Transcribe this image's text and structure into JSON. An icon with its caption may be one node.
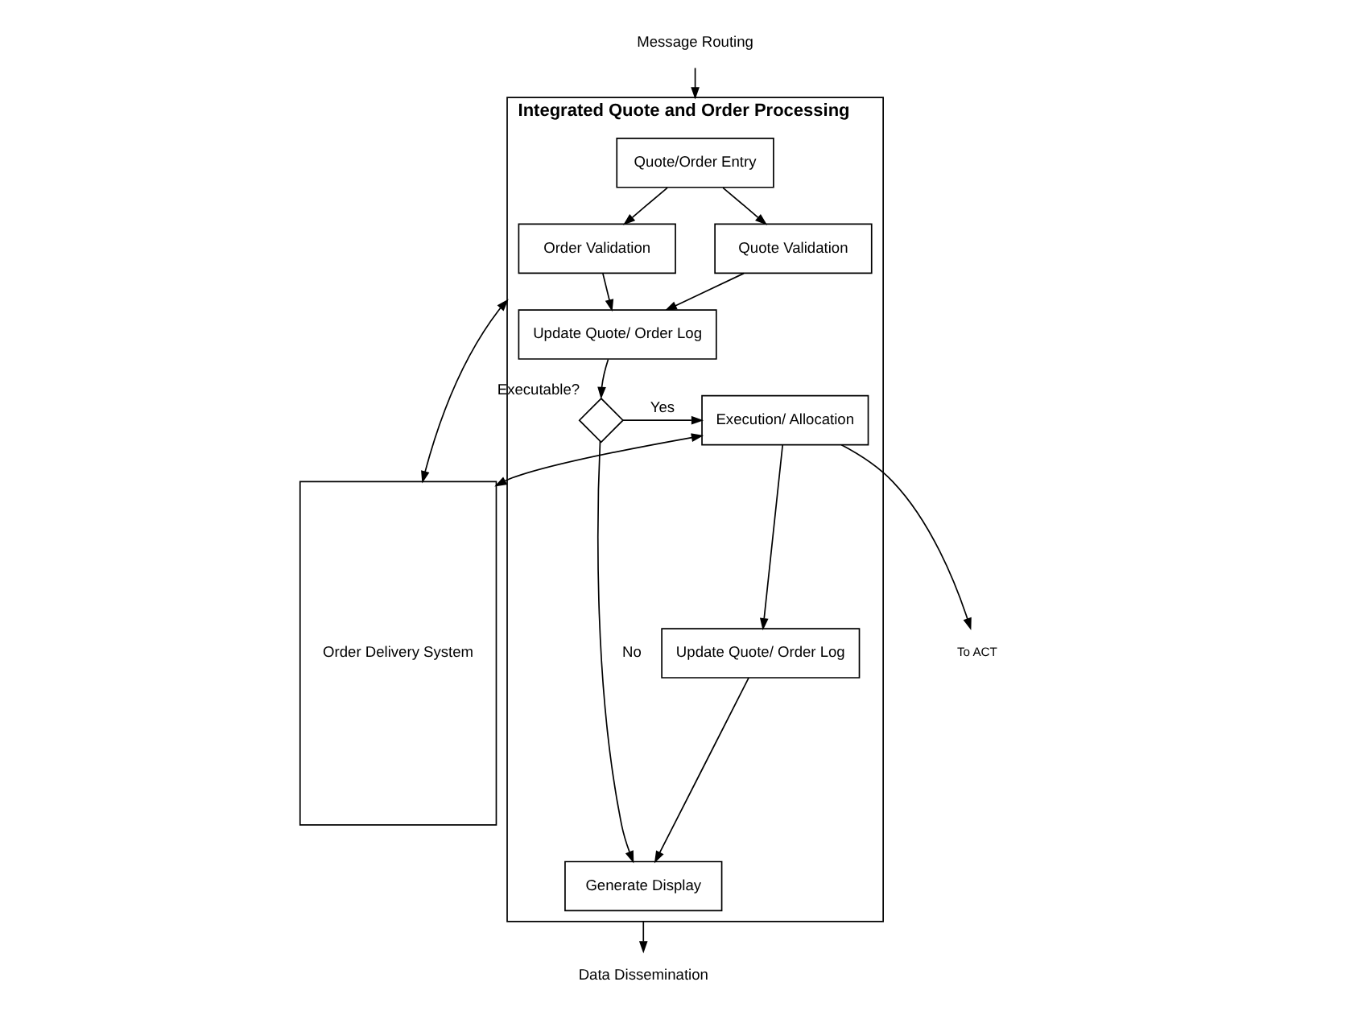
{
  "diagram": {
    "nodes": [
      {
        "text": [
          "Integrated Quote and Order Processing"
        ]
      },
      {
        "text": [
          "Message Routing"
        ]
      },
      {
        "text": [
          "Quote/Order Entry"
        ],
        "in": 0
      },
      {
        "text": [
          "Quote Validation"
        ],
        "in": 0
      },
      {
        "text": [
          "Order Validation"
        ],
        "in": 0
      },
      {
        "text": [
          "Update Quote/ Order Log"
        ],
        "in": 0
      },
      {
        "text": [],
        "shape": "diamond",
        "in": 0,
        "beside": [
          "Executable?"
        ]
      },
      {
        "text": [
          "Execution/ Allocation"
        ],
        "in": 0
      },
      {
        "text": [
          "Update Quote/ Order Log"
        ],
        "in": 0
      },
      {
        "text": [
          "Generate Display"
        ],
        "in": 0
      },
      {
        "text": [
          "Order Delivery System"
        ]
      },
      {
        "text": [
          "To ACT"
        ]
      },
      {
        "text": [
          "Data Dissemination"
        ]
      }
    ],
    "edges": [
      {
        "from": 1,
        "to": 0,
        "arrow": "to"
      },
      {
        "from": 2,
        "to": 3,
        "arrow": "to"
      },
      {
        "from": 2,
        "to": 4,
        "arrow": "to"
      },
      {
        "from": 3,
        "to": 5,
        "arrow": "to"
      },
      {
        "from": 4,
        "to": 5,
        "arrow": "to"
      },
      {
        "from": 5,
        "to": 6,
        "arrow": "to"
      },
      {
        "from": 6,
        "to": 7,
        "arrow": "to",
        "label": "Yes"
      },
      {
        "from": 6,
        "to": 9,
        "arrow": "to",
        "label": "No"
      },
      {
        "from": 7,
        "to": 8,
        "arrow": "to"
      },
      {
        "from": 8,
        "to": 9,
        "arrow": "to"
      },
      {
        "from": 0,
        "to": 10,
        "arrow": "both"
      },
      {
        "from": 7,
        "to": 10,
        "arrow": "both"
      },
      {
        "from": 7,
        "to": 11,
        "arrow": "to"
      },
      {
        "from": 0,
        "to": 12,
        "arrow": "to"
      }
    ]
  }
}
